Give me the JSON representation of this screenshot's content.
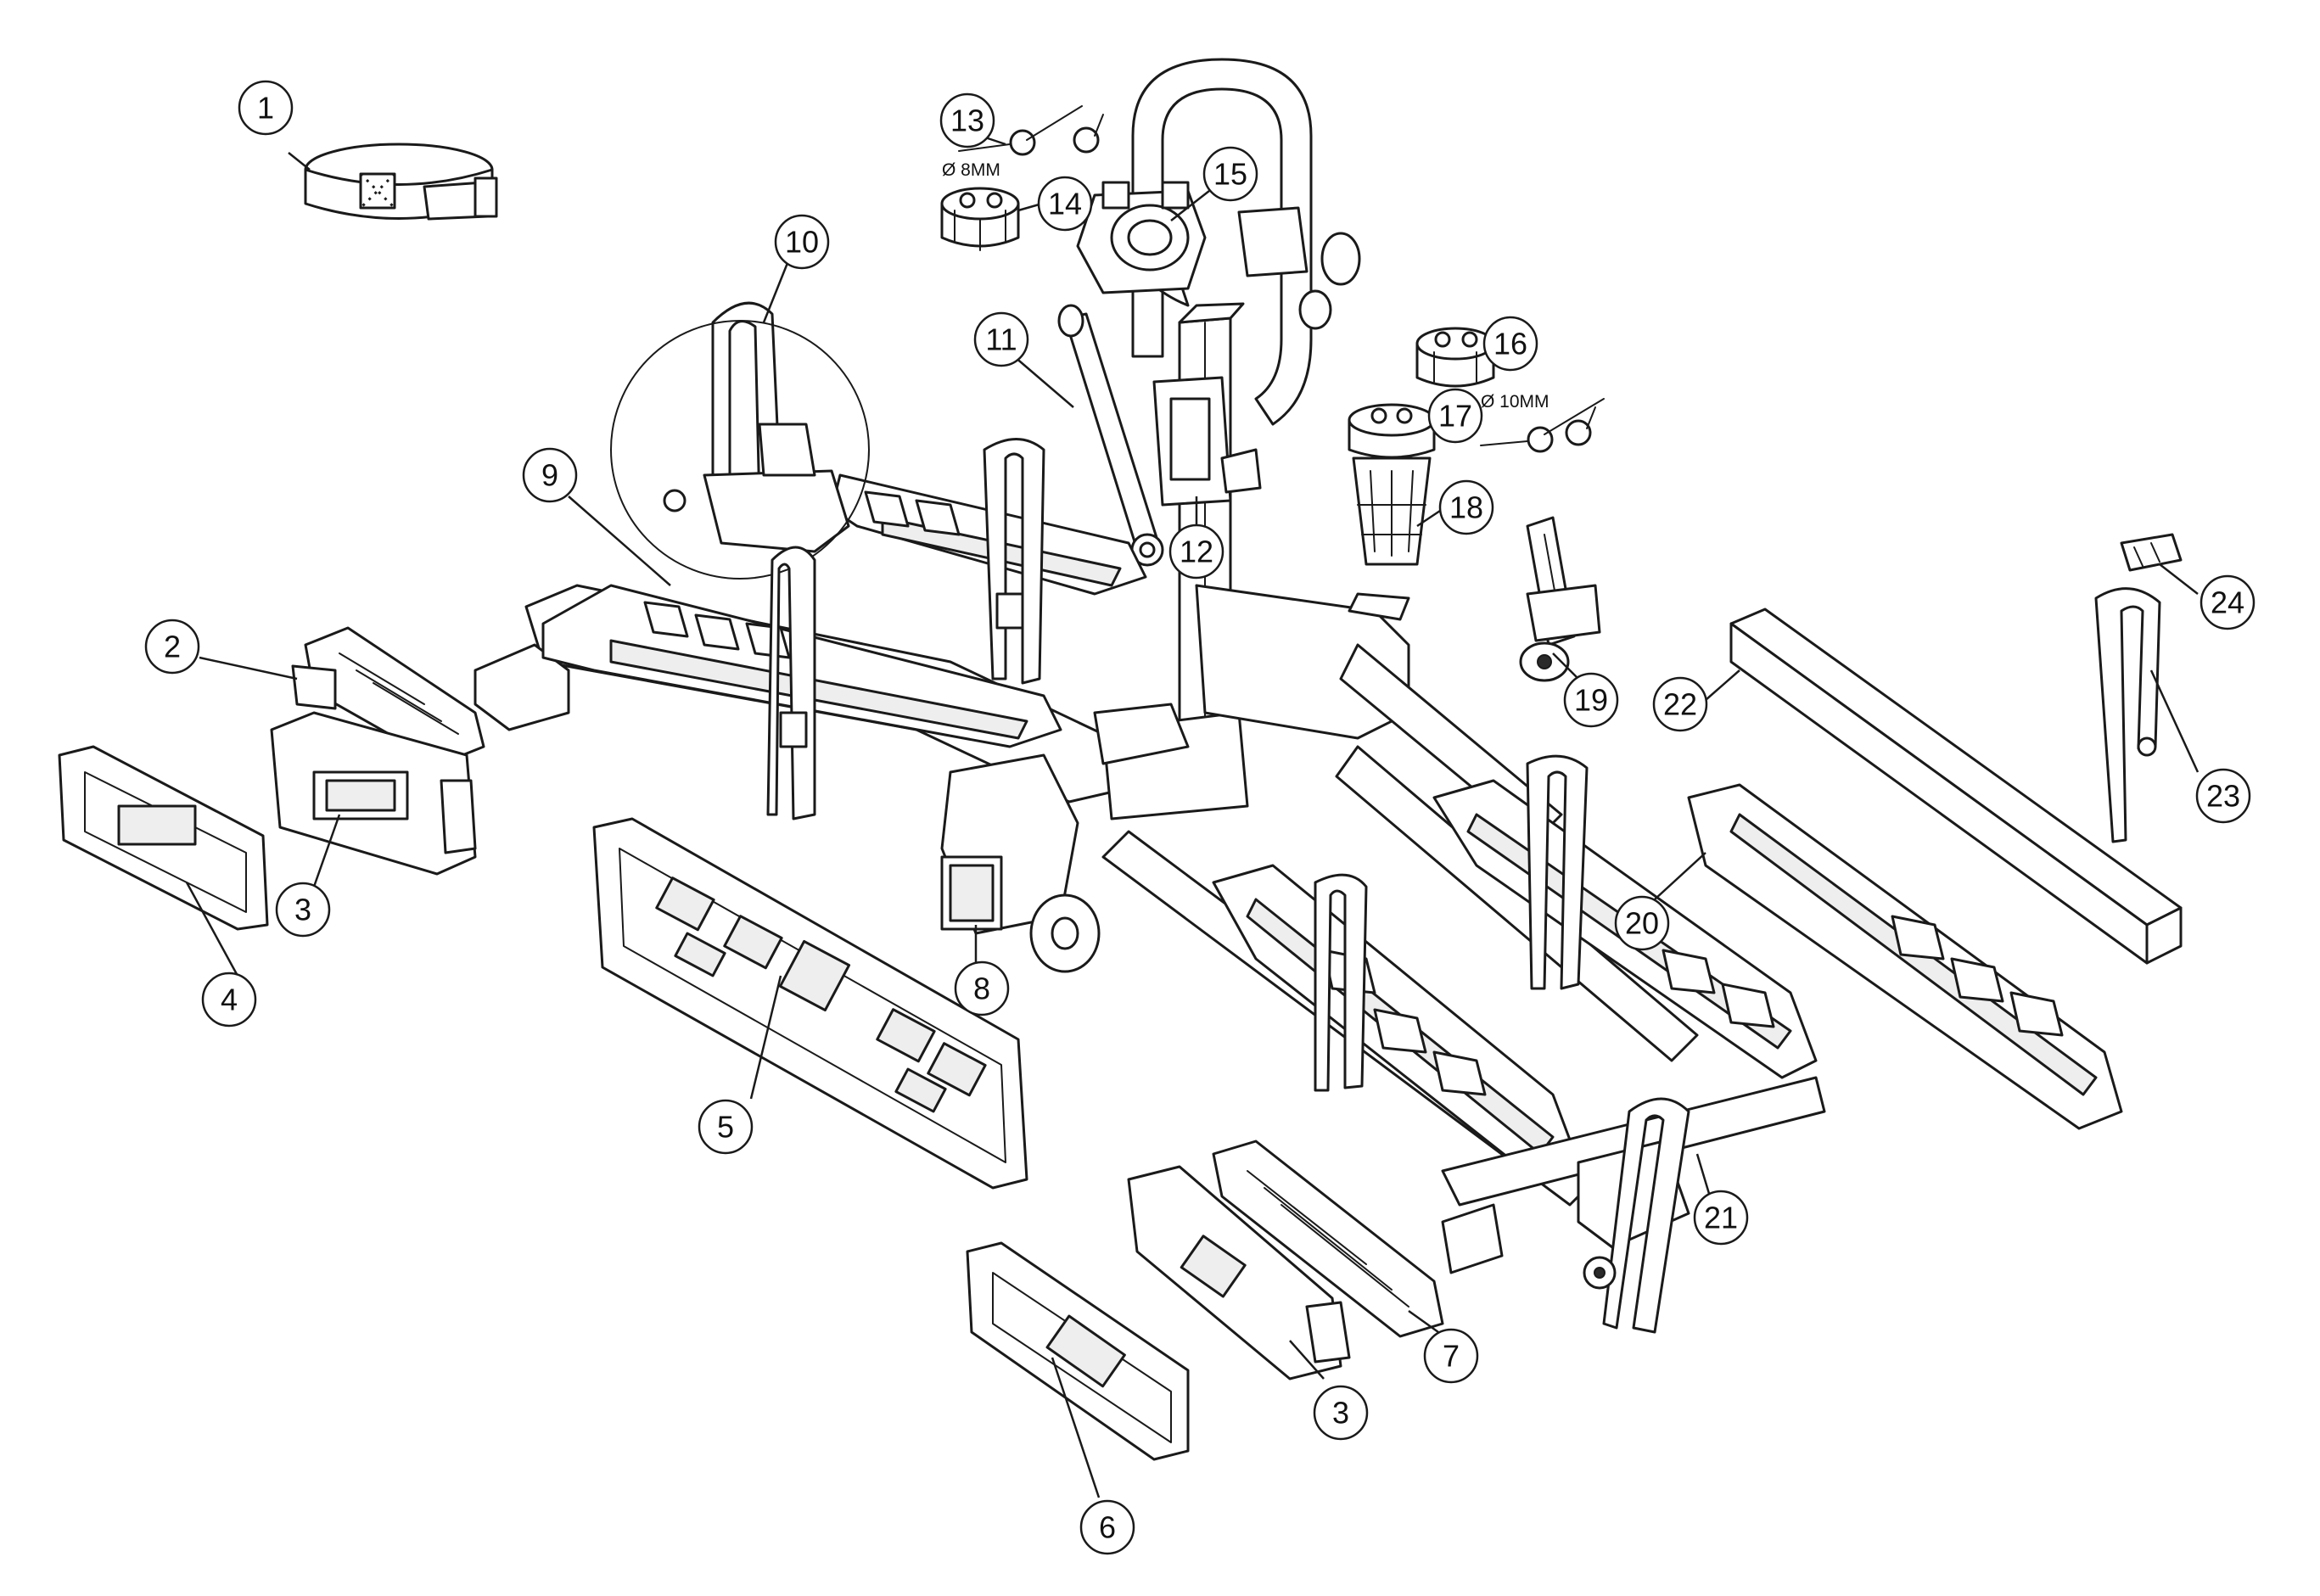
{
  "diagram": {
    "callouts": [
      "1",
      "2",
      "3",
      "4",
      "5",
      "6",
      "7",
      "3",
      "8",
      "9",
      "10",
      "11",
      "12",
      "13",
      "14",
      "15",
      "16",
      "17",
      "18",
      "19",
      "20",
      "21",
      "22",
      "23",
      "24"
    ],
    "dimension_labels": {
      "pin_8mm": "Ø 8MM",
      "pin_10mm": "Ø 10MM"
    },
    "colors": {
      "line": "#1a1a1a",
      "fill": "#ffffff",
      "shade": "#eeeeee"
    }
  }
}
